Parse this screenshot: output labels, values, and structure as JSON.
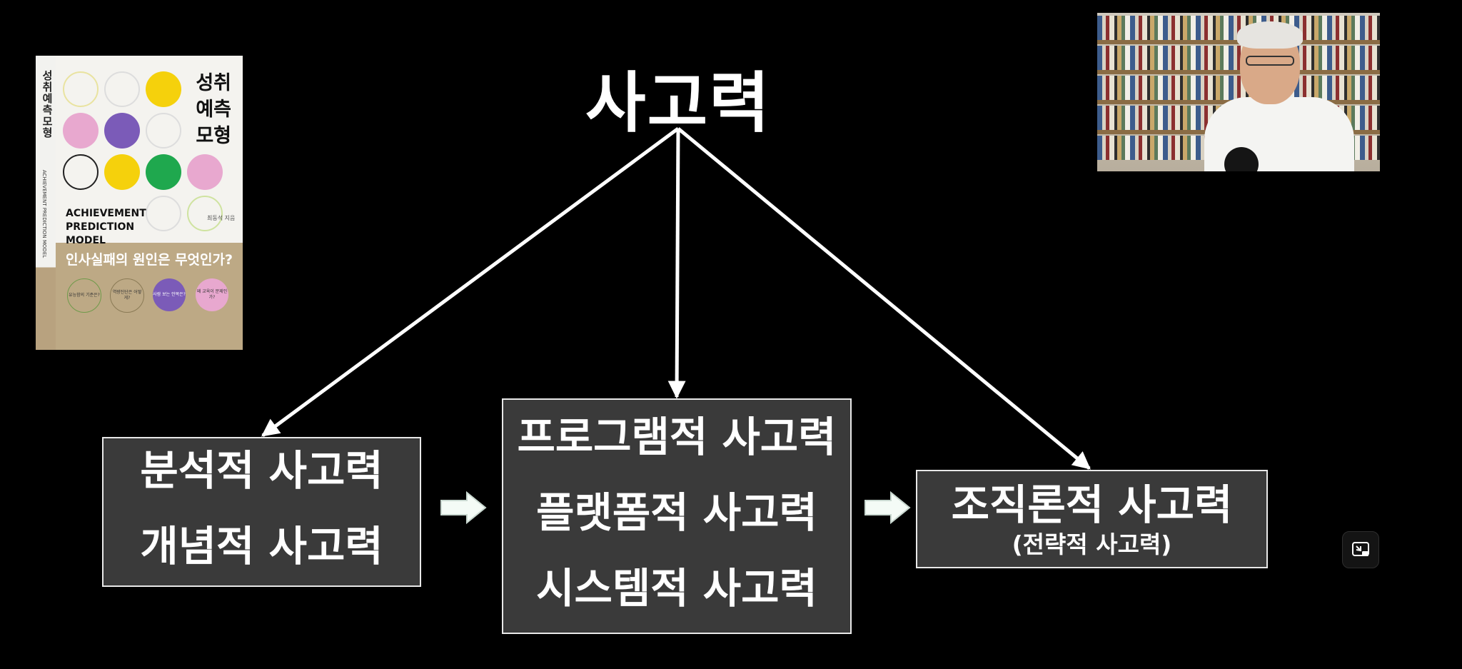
{
  "title": "사고력",
  "boxes": {
    "left": [
      "분석적 사고력",
      "개념적 사고력"
    ],
    "middle": [
      "프로그램적 사고력",
      "플랫폼적 사고력",
      "시스템적 사고력"
    ],
    "right": {
      "main": "조직론적 사고력",
      "sub": "(전략적 사고력)"
    }
  },
  "book": {
    "title_lines": [
      "성취",
      "예측",
      "모형"
    ],
    "spine_title": "성취예측모형",
    "spine_en": "ACHIEVEMENT PREDICTION MODEL",
    "english_lines": [
      "ACHIEVEMENT",
      "PREDICTION",
      "MODEL"
    ],
    "subtitle": "인사실패의 원인은 무엇인가?",
    "badges": [
      "유능함의 기준은?",
      "역량진단은 어떻게?",
      "사람 보는 안목은?",
      "왜 교육이 문제인가?"
    ],
    "author": "최동석 지음"
  },
  "colors": {
    "background": "#000000",
    "box_fill": "#3a3a3a",
    "box_border": "#e8e8e8",
    "arrow": "#ffffff",
    "dot_yellow": "#f5d10c",
    "dot_purple": "#7b5bb8",
    "dot_pink": "#e8a8cf",
    "dot_green": "#1fa84e"
  },
  "icons": {
    "pip": "picture-in-picture-icon"
  }
}
